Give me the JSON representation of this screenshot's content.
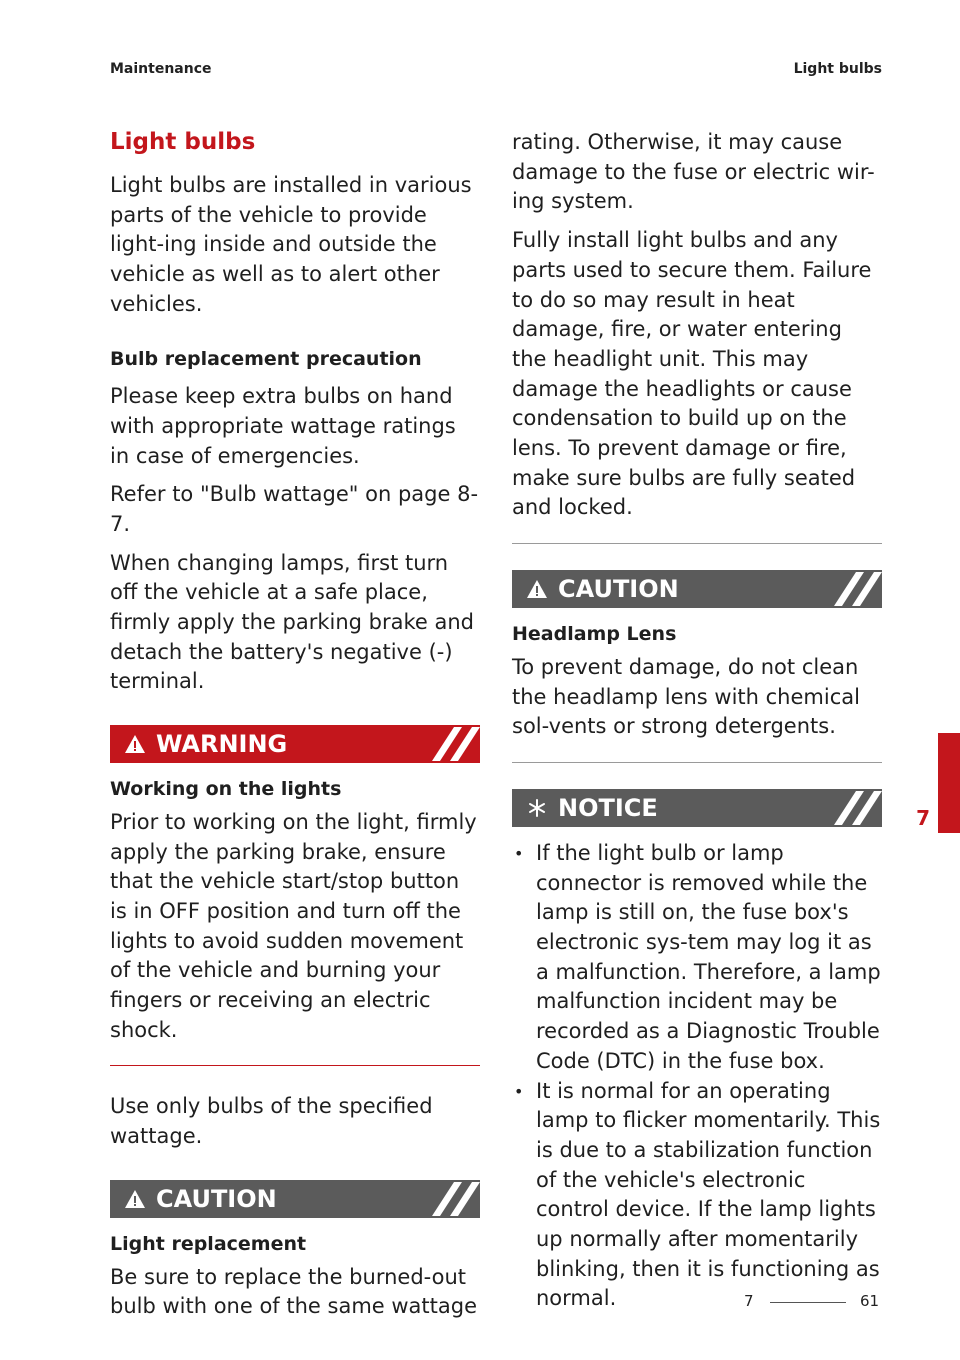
{
  "header": {
    "left": "Maintenance",
    "right": "Light bulbs"
  },
  "left": {
    "title": "Light bulbs",
    "intro": "Light bulbs are installed in various parts of the vehicle to provide light-ing inside and outside the vehicle as well as to alert other vehicles.",
    "precaution_heading": "Bulb replacement precaution",
    "precaution_p1": "Please keep extra bulbs on hand with appropriate wattage ratings in case of emergencies.",
    "precaution_p2": "Refer to \"Bulb wattage\" on page 8-7.",
    "precaution_p3": "When changing lamps, first turn off the vehicle at a safe place, firmly apply the parking brake and detach the battery's negative (-) terminal.",
    "warning": {
      "label": "WARNING",
      "heading": "Working on the lights",
      "text": "Prior to working on the light, firmly apply the parking brake, ensure that the vehicle start/stop button is in OFF position and turn off the lights to avoid sudden movement of the vehicle and burning your fingers or receiving an electric shock."
    },
    "wattage_note": "Use only bulbs of the specified wattage.",
    "caution": {
      "label": "CAUTION",
      "heading": "Light replacement",
      "text": "Be sure to replace the burned-out bulb with one of the same wattage"
    }
  },
  "right": {
    "caution_cont": "rating. Otherwise, it may cause damage to the fuse or electric wir-ing system.",
    "install_note": "Fully install light bulbs and any parts used to secure them. Failure to do so may result in heat damage, fire, or water entering the headlight unit. This may damage the headlights or cause condensation to build up on the lens. To prevent damage or fire, make sure bulbs are fully seated and locked.",
    "caution2": {
      "label": "CAUTION",
      "heading": "Headlamp Lens",
      "text": "To prevent damage, do not clean the headlamp lens with chemical sol-vents or strong detergents."
    },
    "notice": {
      "label": "NOTICE",
      "items": [
        "If the light bulb or lamp connector is removed while the lamp is still on, the fuse box's electronic sys-tem may log it as a malfunction. Therefore, a lamp malfunction incident may be recorded as a Diagnostic Trouble Code (DTC) in the fuse box.",
        "It is normal for an operating lamp to flicker momentarily. This is due to a stabilization function of the vehicle's electronic control device. If the lamp lights up normally after momentarily blinking, then it is functioning as normal."
      ]
    }
  },
  "side_tab": "7",
  "footer": {
    "chapter": "7",
    "page": "61"
  },
  "colors": {
    "accent": "#c3161c",
    "caution_gray": "#5b5b5b"
  },
  "icons": {
    "warning": "warning-triangle-icon",
    "caution": "warning-triangle-icon",
    "notice": "notice-star-icon"
  }
}
